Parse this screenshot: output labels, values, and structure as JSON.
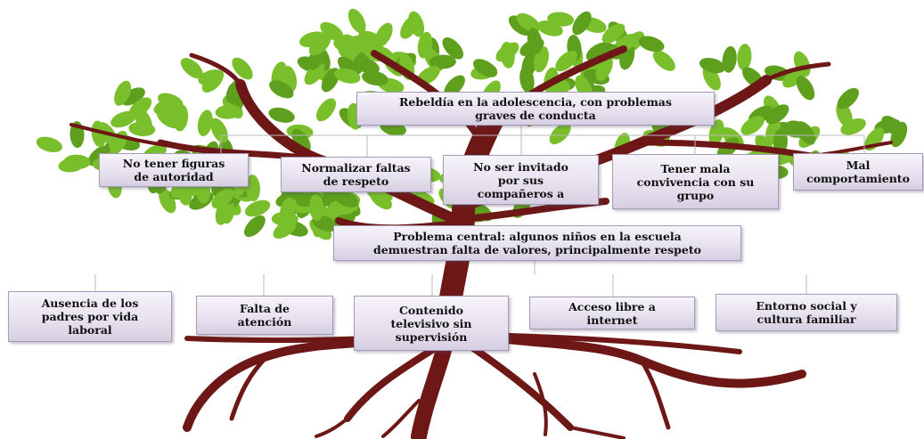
{
  "colors": {
    "trunk": "#6e1717",
    "leaf": "#79bf2c",
    "leaf_dark": "#5f9f1e",
    "box_border": "#a59bb6",
    "connector": "#b9b9b9"
  },
  "effect": {
    "text": "Rebeldía en la adolescencia, con problemas\ngraves de conducta"
  },
  "central_problem": {
    "text": "Problema central: algunos niños en la escuela\ndemuestran falta de valores, principalmente respeto"
  },
  "consequences": [
    {
      "text": "No tener figuras\nde autoridad"
    },
    {
      "text": "Normalizar faltas\nde respeto"
    },
    {
      "text": "No ser invitado\npor sus\ncompañeros a"
    },
    {
      "text": "Tener mala\nconvivencia con su\ngrupo"
    },
    {
      "text": "Mal\ncomportamiento"
    }
  ],
  "causes": [
    {
      "text": "Ausencia de los\npadres por vida\nlaboral"
    },
    {
      "text": "Falta de\natención"
    },
    {
      "text": "Contenido\ntelevisivo sin\nsupervisión"
    },
    {
      "text": "Acceso libre a\ninternet"
    },
    {
      "text": "Entorno social y\ncultura familiar"
    }
  ]
}
